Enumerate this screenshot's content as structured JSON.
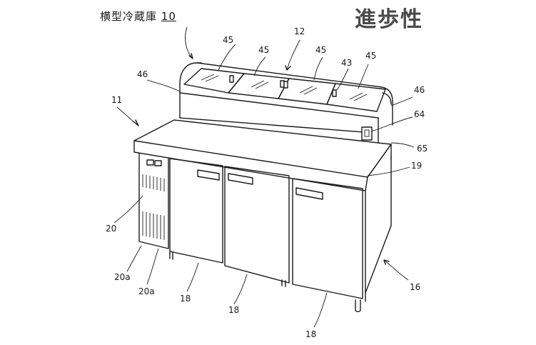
{
  "title": {
    "text": "横型冷蔵庫",
    "number": "10"
  },
  "stamp": "進歩性",
  "labels": {
    "l45a": "45",
    "l45b": "45",
    "l45c": "45",
    "l45d": "45",
    "l12": "12",
    "l43": "43",
    "l46a": "46",
    "l46b": "46",
    "l11": "11",
    "l64": "64",
    "l65": "65",
    "l19": "19",
    "l20": "20",
    "l20a1": "20a",
    "l20a2": "20a",
    "l18a": "18",
    "l18b": "18",
    "l18c": "18",
    "l16": "16"
  }
}
